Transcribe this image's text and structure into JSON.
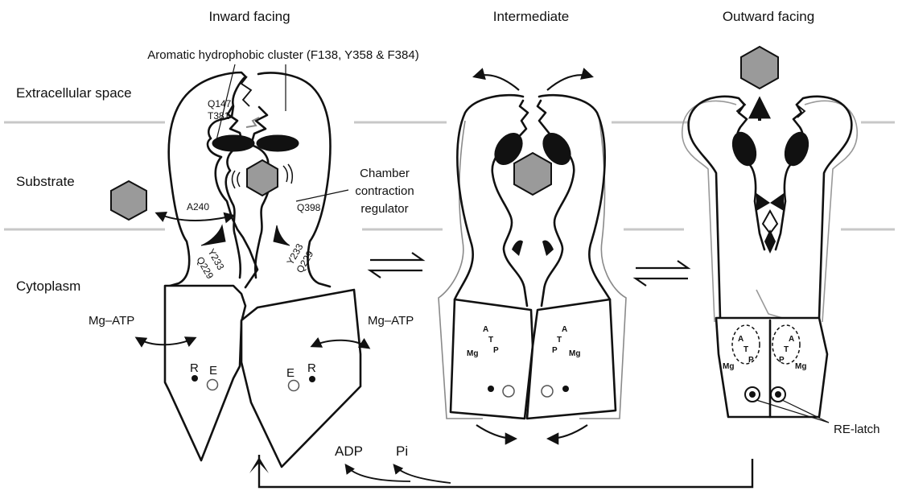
{
  "panels": {
    "inward": "Inward facing",
    "intermediate": "Intermediate",
    "outward": "Outward facing"
  },
  "regions": {
    "extracellular": "Extracellular space",
    "substrate": "Substrate",
    "cytoplasm": "Cytoplasm"
  },
  "annotations": {
    "aromatic_cluster": "Aromatic hydrophobic cluster (F138, Y358 & F384)",
    "q147": "Q147",
    "t381": "T381",
    "a240": "A240",
    "q398": "Q398",
    "chamber_regulator": [
      "Chamber",
      "contraction",
      "regulator"
    ],
    "y233": "Y233",
    "q229": "Q229",
    "mg_atp": "Mg–ATP",
    "r": "R",
    "e": "E",
    "atp_letters": {
      "a": "A",
      "t": "T",
      "p": "P",
      "mg": "Mg"
    },
    "re_latch": "RE-latch",
    "adp": "ADP",
    "pi": "Pi"
  },
  "colors": {
    "substrate_fill": "#9a9a9a",
    "membrane_line": "#c8c8c8",
    "outline": "#111111",
    "ghost_outline": "#8a8a8a"
  }
}
